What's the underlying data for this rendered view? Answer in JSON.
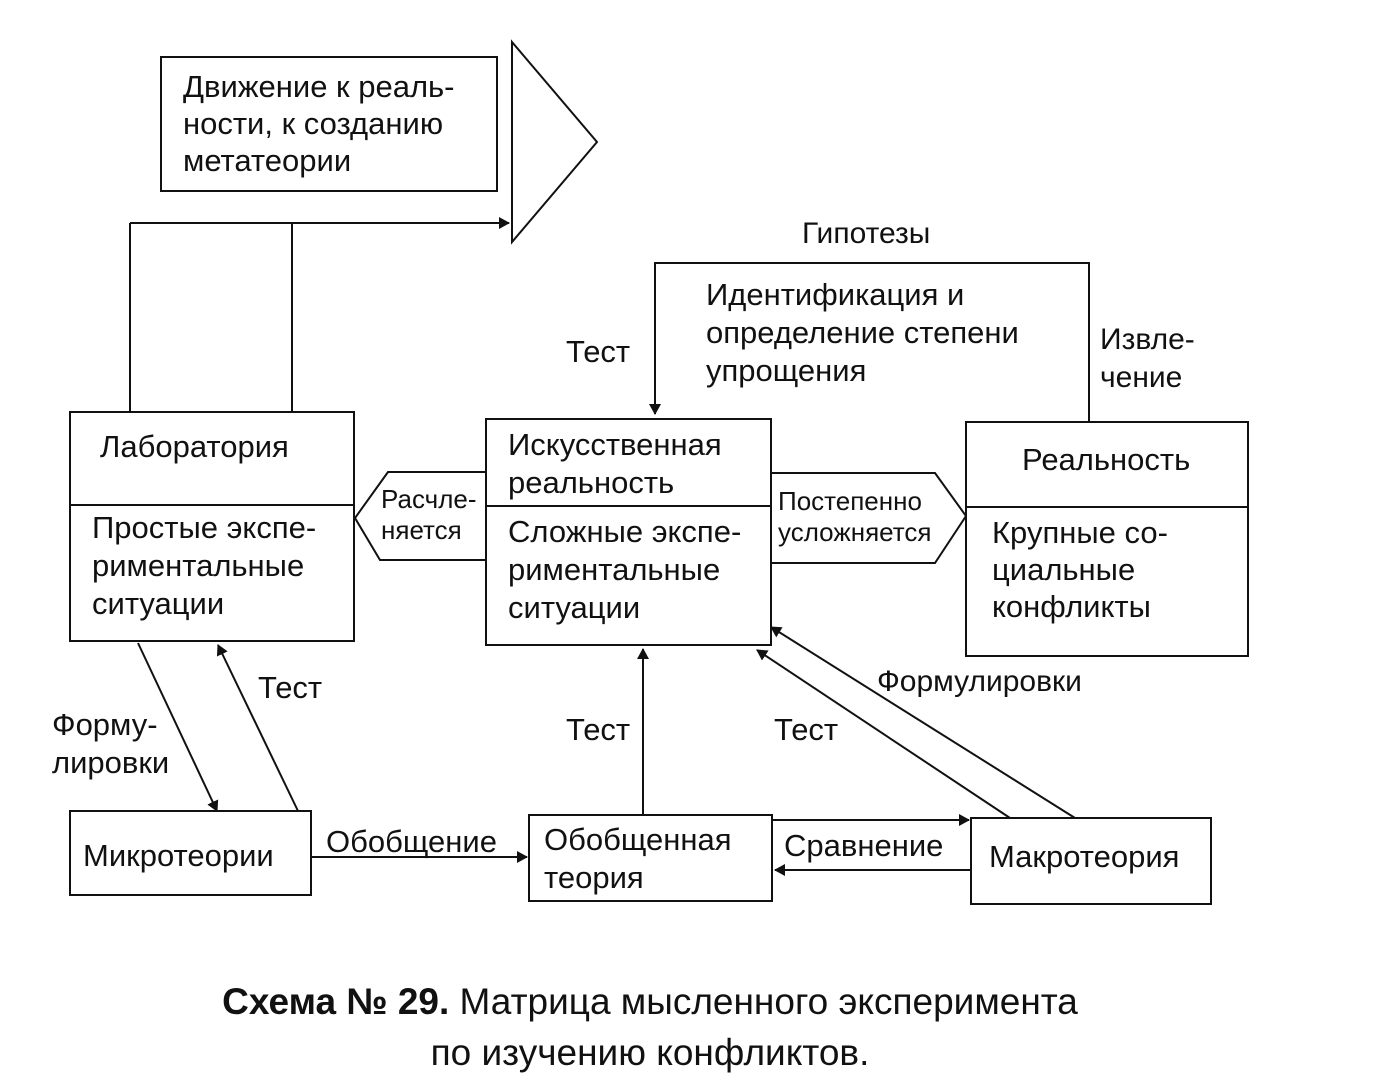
{
  "boxes": {
    "movement": [
      "Движение к реаль-",
      "ности, к созданию",
      "метатеории"
    ],
    "lab_title": [
      "Лаборатория"
    ],
    "lab_body": [
      "Простые экспе-",
      "риментальные",
      "ситуации"
    ],
    "art_title": [
      "Искусственная",
      "реальность"
    ],
    "art_body": [
      "Сложные экспе-",
      "риментальные",
      "ситуации"
    ],
    "real_title": [
      "Реальность"
    ],
    "real_body": [
      "Крупные со-",
      "циальные",
      "конфликты"
    ],
    "micro": [
      "Микротеории"
    ],
    "general": [
      "Обобщенная",
      "теория"
    ],
    "macro": [
      "Макротеория"
    ]
  },
  "labels": {
    "hypotheses": [
      "Гипотезы"
    ],
    "identification": [
      "Идентификация и",
      "определение степени",
      "упрощения"
    ],
    "test_top": [
      "Тест"
    ],
    "extraction": [
      "Извле-",
      "чение"
    ],
    "split": [
      "Расчле-",
      "няется"
    ],
    "gradual": [
      "Постепенно",
      "усложняется"
    ],
    "formulations_left": [
      "Форму-",
      "лировки"
    ],
    "test_left": [
      "Тест"
    ],
    "test_center": [
      "Тест"
    ],
    "test_right": [
      "Тест"
    ],
    "formulations_right": [
      "Формулировки"
    ],
    "generalization": [
      "Обобщение"
    ],
    "comparison": [
      "Сравнение"
    ]
  },
  "caption": {
    "bold": "Схема № 29.",
    "line1_rest": " Матрица мысленного эксперимента",
    "line2": "по изучению конфликтов."
  }
}
